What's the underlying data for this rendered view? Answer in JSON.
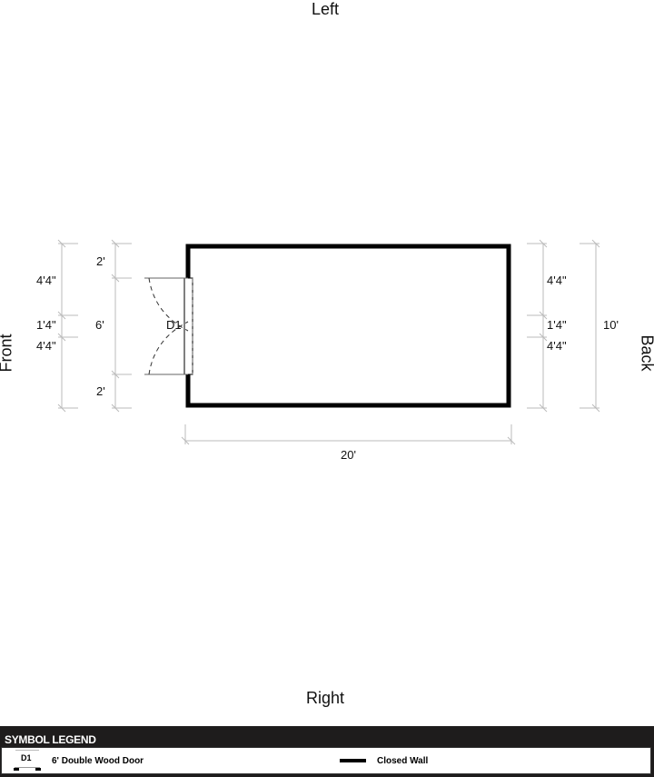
{
  "sides": {
    "top": "Left",
    "bottom": "Right",
    "left": "Front",
    "right": "Back"
  },
  "dimensions": {
    "front_outer": [
      "4'4\"",
      "1'4\"",
      "4'4\""
    ],
    "front_inner": [
      "2'",
      "6'",
      "2'"
    ],
    "back_inner": [
      "4'4\"",
      "1'4\"",
      "4'4\""
    ],
    "back_outer": "10'",
    "length": "20'"
  },
  "door_label": "D1",
  "legend": {
    "title": "SYMBOL LEGEND",
    "items": [
      {
        "symbol": "D1",
        "label": "6' Double Wood Door"
      },
      {
        "symbol": "wall",
        "label": "Closed Wall"
      }
    ]
  }
}
